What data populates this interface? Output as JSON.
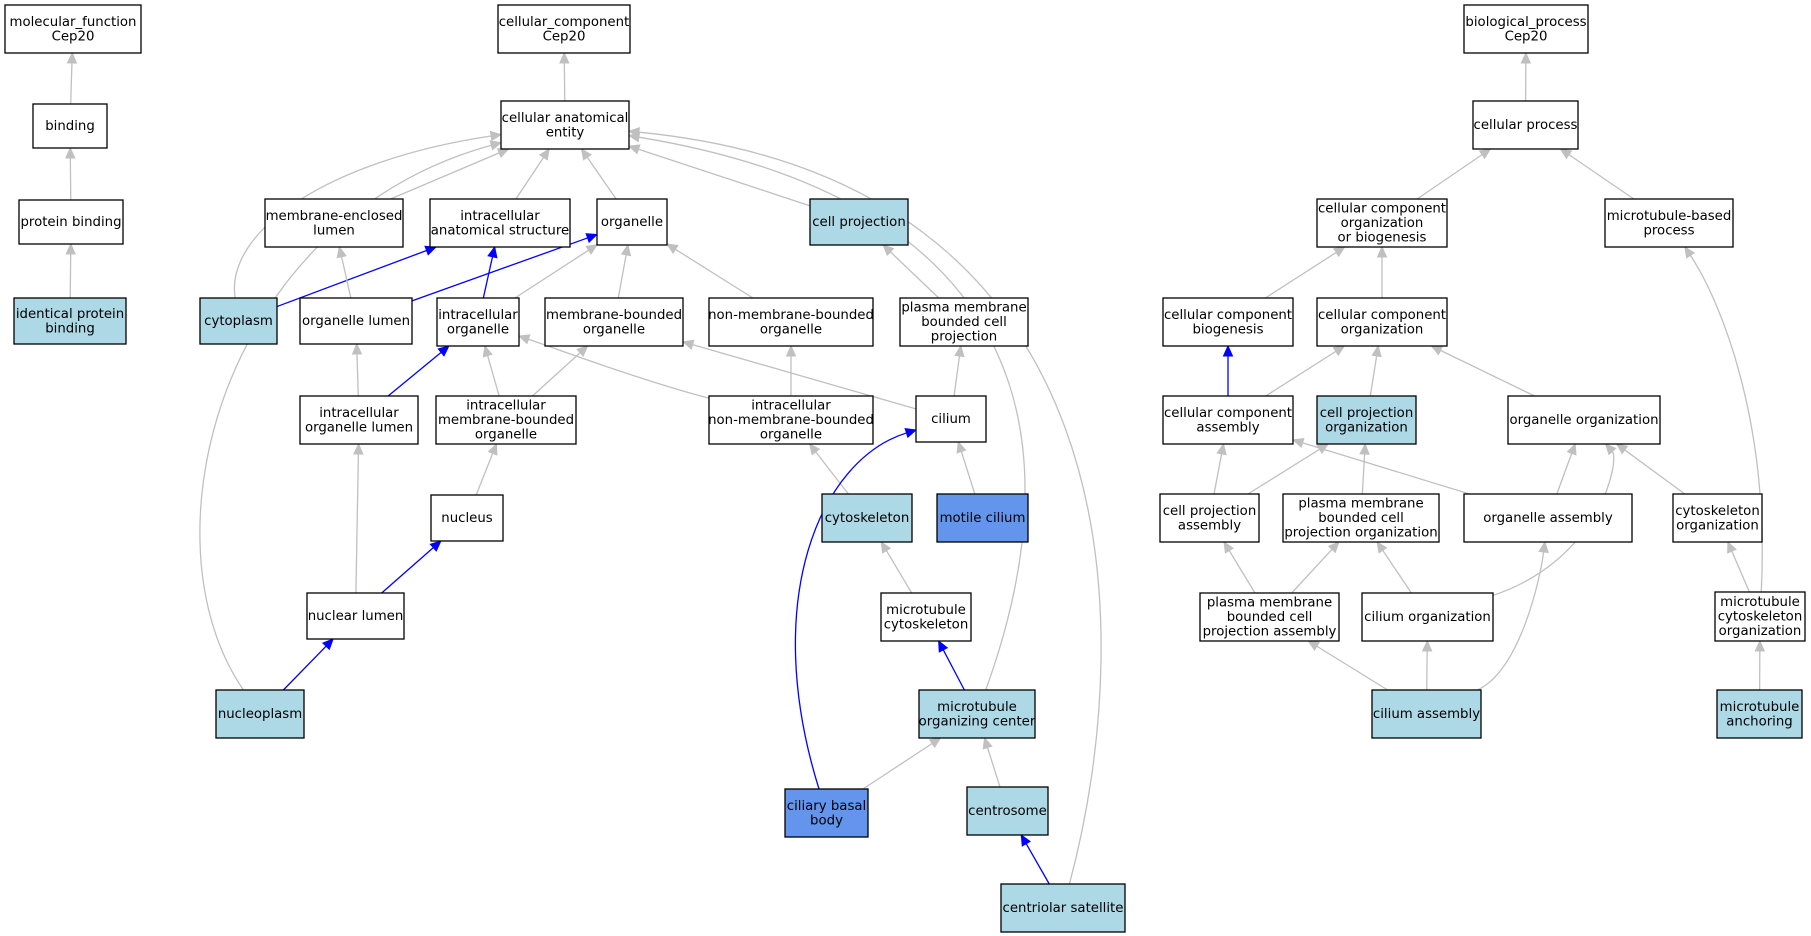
{
  "colors": {
    "plain": "#ffffff",
    "annotated": "#add8e6",
    "highlight": "#6495ed",
    "edge": "#c0c0c0",
    "edge_path": "#0000ff"
  },
  "nodes": [
    {
      "id": "mf_root",
      "lines": [
        "molecular_function",
        "Cep20"
      ],
      "style": "plain"
    },
    {
      "id": "binding",
      "lines": [
        "binding"
      ],
      "style": "plain"
    },
    {
      "id": "protein_binding",
      "lines": [
        "protein binding"
      ],
      "style": "plain"
    },
    {
      "id": "identical_protein_binding",
      "lines": [
        "identical protein",
        "binding"
      ],
      "style": "annotated"
    },
    {
      "id": "cc_root",
      "lines": [
        "cellular_component",
        "Cep20"
      ],
      "style": "plain"
    },
    {
      "id": "cellular_anatomical_entity",
      "lines": [
        "cellular anatomical",
        "entity"
      ],
      "style": "plain"
    },
    {
      "id": "membrane_enclosed_lumen",
      "lines": [
        "membrane-enclosed",
        "lumen"
      ],
      "style": "plain"
    },
    {
      "id": "intracellular_anatomical_structure",
      "lines": [
        "intracellular",
        "anatomical structure"
      ],
      "style": "plain"
    },
    {
      "id": "organelle",
      "lines": [
        "organelle"
      ],
      "style": "plain"
    },
    {
      "id": "cell_projection",
      "lines": [
        "cell projection"
      ],
      "style": "annotated"
    },
    {
      "id": "cytoplasm",
      "lines": [
        "cytoplasm"
      ],
      "style": "annotated"
    },
    {
      "id": "organelle_lumen",
      "lines": [
        "organelle lumen"
      ],
      "style": "plain"
    },
    {
      "id": "intracellular_organelle",
      "lines": [
        "intracellular",
        "organelle"
      ],
      "style": "plain"
    },
    {
      "id": "membrane_bounded_organelle",
      "lines": [
        "membrane-bounded",
        "organelle"
      ],
      "style": "plain"
    },
    {
      "id": "non_membrane_bounded_organelle",
      "lines": [
        "non-membrane-bounded",
        "organelle"
      ],
      "style": "plain"
    },
    {
      "id": "plasma_membrane_bounded_cell_projection",
      "lines": [
        "plasma membrane",
        "bounded cell",
        "projection"
      ],
      "style": "plain"
    },
    {
      "id": "intracellular_organelle_lumen",
      "lines": [
        "intracellular",
        "organelle lumen"
      ],
      "style": "plain"
    },
    {
      "id": "intracellular_membrane_bounded_organelle",
      "lines": [
        "intracellular",
        "membrane-bounded",
        "organelle"
      ],
      "style": "plain"
    },
    {
      "id": "intracellular_non_membrane_bounded_organelle",
      "lines": [
        "intracellular",
        "non-membrane-bounded",
        "organelle"
      ],
      "style": "plain"
    },
    {
      "id": "cilium",
      "lines": [
        "cilium"
      ],
      "style": "plain"
    },
    {
      "id": "nucleus",
      "lines": [
        "nucleus"
      ],
      "style": "plain"
    },
    {
      "id": "cytoskeleton",
      "lines": [
        "cytoskeleton"
      ],
      "style": "annotated"
    },
    {
      "id": "motile_cilium",
      "lines": [
        "motile cilium"
      ],
      "style": "highlight"
    },
    {
      "id": "nuclear_lumen",
      "lines": [
        "nuclear lumen"
      ],
      "style": "plain"
    },
    {
      "id": "microtubule_cytoskeleton",
      "lines": [
        "microtubule",
        "cytoskeleton"
      ],
      "style": "plain"
    },
    {
      "id": "nucleoplasm",
      "lines": [
        "nucleoplasm"
      ],
      "style": "annotated"
    },
    {
      "id": "microtubule_organizing_center",
      "lines": [
        "microtubule",
        "organizing center"
      ],
      "style": "annotated"
    },
    {
      "id": "ciliary_basal_body",
      "lines": [
        "ciliary basal",
        "body"
      ],
      "style": "highlight"
    },
    {
      "id": "centrosome",
      "lines": [
        "centrosome"
      ],
      "style": "annotated"
    },
    {
      "id": "centriolar_satellite",
      "lines": [
        "centriolar satellite"
      ],
      "style": "annotated"
    },
    {
      "id": "bp_root",
      "lines": [
        "biological_process",
        "Cep20"
      ],
      "style": "plain"
    },
    {
      "id": "cellular_process",
      "lines": [
        "cellular process"
      ],
      "style": "plain"
    },
    {
      "id": "ccob",
      "lines": [
        "cellular component",
        "organization",
        "or biogenesis"
      ],
      "style": "plain"
    },
    {
      "id": "microtubule_based_process",
      "lines": [
        "microtubule-based",
        "process"
      ],
      "style": "plain"
    },
    {
      "id": "cc_biogenesis",
      "lines": [
        "cellular component",
        "biogenesis"
      ],
      "style": "plain"
    },
    {
      "id": "cc_organization",
      "lines": [
        "cellular component",
        "organization"
      ],
      "style": "plain"
    },
    {
      "id": "cc_assembly",
      "lines": [
        "cellular component",
        "assembly"
      ],
      "style": "plain"
    },
    {
      "id": "cell_projection_organization",
      "lines": [
        "cell projection",
        "organization"
      ],
      "style": "annotated"
    },
    {
      "id": "organelle_organization",
      "lines": [
        "organelle organization"
      ],
      "style": "plain"
    },
    {
      "id": "cell_projection_assembly",
      "lines": [
        "cell projection",
        "assembly"
      ],
      "style": "plain"
    },
    {
      "id": "pmbcp_organization",
      "lines": [
        "plasma membrane",
        "bounded cell",
        "projection organization"
      ],
      "style": "plain"
    },
    {
      "id": "organelle_assembly",
      "lines": [
        "organelle assembly"
      ],
      "style": "plain"
    },
    {
      "id": "cytoskeleton_organization",
      "lines": [
        "cytoskeleton",
        "organization"
      ],
      "style": "plain"
    },
    {
      "id": "pmbcp_assembly",
      "lines": [
        "plasma membrane",
        "bounded cell",
        "projection assembly"
      ],
      "style": "plain"
    },
    {
      "id": "cilium_organization",
      "lines": [
        "cilium organization"
      ],
      "style": "plain"
    },
    {
      "id": "microtubule_cytoskeleton_organization",
      "lines": [
        "microtubule",
        "cytoskeleton",
        "organization"
      ],
      "style": "plain"
    },
    {
      "id": "cilium_assembly",
      "lines": [
        "cilium assembly"
      ],
      "style": "annotated"
    },
    {
      "id": "microtubule_anchoring",
      "lines": [
        "microtubule",
        "anchoring"
      ],
      "style": "annotated"
    }
  ],
  "edges": [
    {
      "from": "binding",
      "to": "mf_root",
      "kind": "normal"
    },
    {
      "from": "protein_binding",
      "to": "binding",
      "kind": "normal"
    },
    {
      "from": "identical_protein_binding",
      "to": "protein_binding",
      "kind": "normal"
    },
    {
      "from": "cellular_anatomical_entity",
      "to": "cc_root",
      "kind": "normal"
    },
    {
      "from": "membrane_enclosed_lumen",
      "to": "cellular_anatomical_entity",
      "kind": "normal"
    },
    {
      "from": "intracellular_anatomical_structure",
      "to": "cellular_anatomical_entity",
      "kind": "normal"
    },
    {
      "from": "organelle",
      "to": "cellular_anatomical_entity",
      "kind": "normal"
    },
    {
      "from": "cell_projection",
      "to": "cellular_anatomical_entity",
      "kind": "normal"
    },
    {
      "from": "cytoplasm",
      "to": "cellular_anatomical_entity",
      "kind": "normal"
    },
    {
      "from": "nucleoplasm",
      "to": "cellular_anatomical_entity",
      "kind": "normal"
    },
    {
      "from": "microtubule_organizing_center",
      "to": "cellular_anatomical_entity",
      "kind": "normal"
    },
    {
      "from": "centriolar_satellite",
      "to": "cellular_anatomical_entity",
      "kind": "normal"
    },
    {
      "from": "cytoplasm",
      "to": "intracellular_anatomical_structure",
      "kind": "path"
    },
    {
      "from": "organelle_lumen",
      "to": "membrane_enclosed_lumen",
      "kind": "normal"
    },
    {
      "from": "organelle_lumen",
      "to": "organelle",
      "kind": "path"
    },
    {
      "from": "intracellular_organelle",
      "to": "intracellular_anatomical_structure",
      "kind": "path"
    },
    {
      "from": "intracellular_organelle",
      "to": "organelle",
      "kind": "normal"
    },
    {
      "from": "membrane_bounded_organelle",
      "to": "organelle",
      "kind": "normal"
    },
    {
      "from": "non_membrane_bounded_organelle",
      "to": "organelle",
      "kind": "normal"
    },
    {
      "from": "plasma_membrane_bounded_cell_projection",
      "to": "cell_projection",
      "kind": "normal"
    },
    {
      "from": "intracellular_organelle_lumen",
      "to": "organelle_lumen",
      "kind": "normal"
    },
    {
      "from": "intracellular_organelle_lumen",
      "to": "intracellular_organelle",
      "kind": "path"
    },
    {
      "from": "intracellular_membrane_bounded_organelle",
      "to": "intracellular_organelle",
      "kind": "normal"
    },
    {
      "from": "intracellular_membrane_bounded_organelle",
      "to": "membrane_bounded_organelle",
      "kind": "normal"
    },
    {
      "from": "intracellular_non_membrane_bounded_organelle",
      "to": "intracellular_organelle",
      "kind": "normal"
    },
    {
      "from": "intracellular_non_membrane_bounded_organelle",
      "to": "non_membrane_bounded_organelle",
      "kind": "normal"
    },
    {
      "from": "cilium",
      "to": "membrane_bounded_organelle",
      "kind": "normal"
    },
    {
      "from": "cilium",
      "to": "plasma_membrane_bounded_cell_projection",
      "kind": "normal"
    },
    {
      "from": "nucleus",
      "to": "intracellular_membrane_bounded_organelle",
      "kind": "normal"
    },
    {
      "from": "cytoskeleton",
      "to": "intracellular_non_membrane_bounded_organelle",
      "kind": "normal"
    },
    {
      "from": "motile_cilium",
      "to": "cilium",
      "kind": "normal"
    },
    {
      "from": "nuclear_lumen",
      "to": "intracellular_organelle_lumen",
      "kind": "normal"
    },
    {
      "from": "nuclear_lumen",
      "to": "nucleus",
      "kind": "path"
    },
    {
      "from": "microtubule_cytoskeleton",
      "to": "cytoskeleton",
      "kind": "normal"
    },
    {
      "from": "nucleoplasm",
      "to": "nuclear_lumen",
      "kind": "path"
    },
    {
      "from": "microtubule_organizing_center",
      "to": "microtubule_cytoskeleton",
      "kind": "path"
    },
    {
      "from": "ciliary_basal_body",
      "to": "microtubule_organizing_center",
      "kind": "normal"
    },
    {
      "from": "ciliary_basal_body",
      "to": "cilium",
      "kind": "path"
    },
    {
      "from": "centrosome",
      "to": "microtubule_organizing_center",
      "kind": "normal"
    },
    {
      "from": "centriolar_satellite",
      "to": "centrosome",
      "kind": "path"
    },
    {
      "from": "cellular_process",
      "to": "bp_root",
      "kind": "normal"
    },
    {
      "from": "ccob",
      "to": "cellular_process",
      "kind": "normal"
    },
    {
      "from": "microtubule_based_process",
      "to": "cellular_process",
      "kind": "normal"
    },
    {
      "from": "cc_biogenesis",
      "to": "ccob",
      "kind": "normal"
    },
    {
      "from": "cc_organization",
      "to": "ccob",
      "kind": "normal"
    },
    {
      "from": "cc_assembly",
      "to": "cc_biogenesis",
      "kind": "path"
    },
    {
      "from": "cc_assembly",
      "to": "cc_organization",
      "kind": "normal"
    },
    {
      "from": "cell_projection_organization",
      "to": "cc_organization",
      "kind": "normal"
    },
    {
      "from": "organelle_organization",
      "to": "cc_organization",
      "kind": "normal"
    },
    {
      "from": "cell_projection_assembly",
      "to": "cc_assembly",
      "kind": "normal"
    },
    {
      "from": "cell_projection_assembly",
      "to": "cell_projection_organization",
      "kind": "normal"
    },
    {
      "from": "pmbcp_organization",
      "to": "cell_projection_organization",
      "kind": "normal"
    },
    {
      "from": "organelle_assembly",
      "to": "cc_assembly",
      "kind": "normal"
    },
    {
      "from": "organelle_assembly",
      "to": "organelle_organization",
      "kind": "normal"
    },
    {
      "from": "cytoskeleton_organization",
      "to": "organelle_organization",
      "kind": "normal"
    },
    {
      "from": "pmbcp_assembly",
      "to": "cell_projection_assembly",
      "kind": "normal"
    },
    {
      "from": "pmbcp_assembly",
      "to": "pmbcp_organization",
      "kind": "normal"
    },
    {
      "from": "cilium_organization",
      "to": "pmbcp_organization",
      "kind": "normal"
    },
    {
      "from": "cilium_organization",
      "to": "organelle_organization",
      "kind": "normal"
    },
    {
      "from": "microtubule_cytoskeleton_organization",
      "to": "cytoskeleton_organization",
      "kind": "normal"
    },
    {
      "from": "microtubule_cytoskeleton_organization",
      "to": "microtubule_based_process",
      "kind": "normal"
    },
    {
      "from": "cilium_assembly",
      "to": "pmbcp_assembly",
      "kind": "normal"
    },
    {
      "from": "cilium_assembly",
      "to": "cilium_organization",
      "kind": "normal"
    },
    {
      "from": "cilium_assembly",
      "to": "organelle_assembly",
      "kind": "normal"
    },
    {
      "from": "microtubule_anchoring",
      "to": "microtubule_cytoskeleton_organization",
      "kind": "normal"
    }
  ]
}
